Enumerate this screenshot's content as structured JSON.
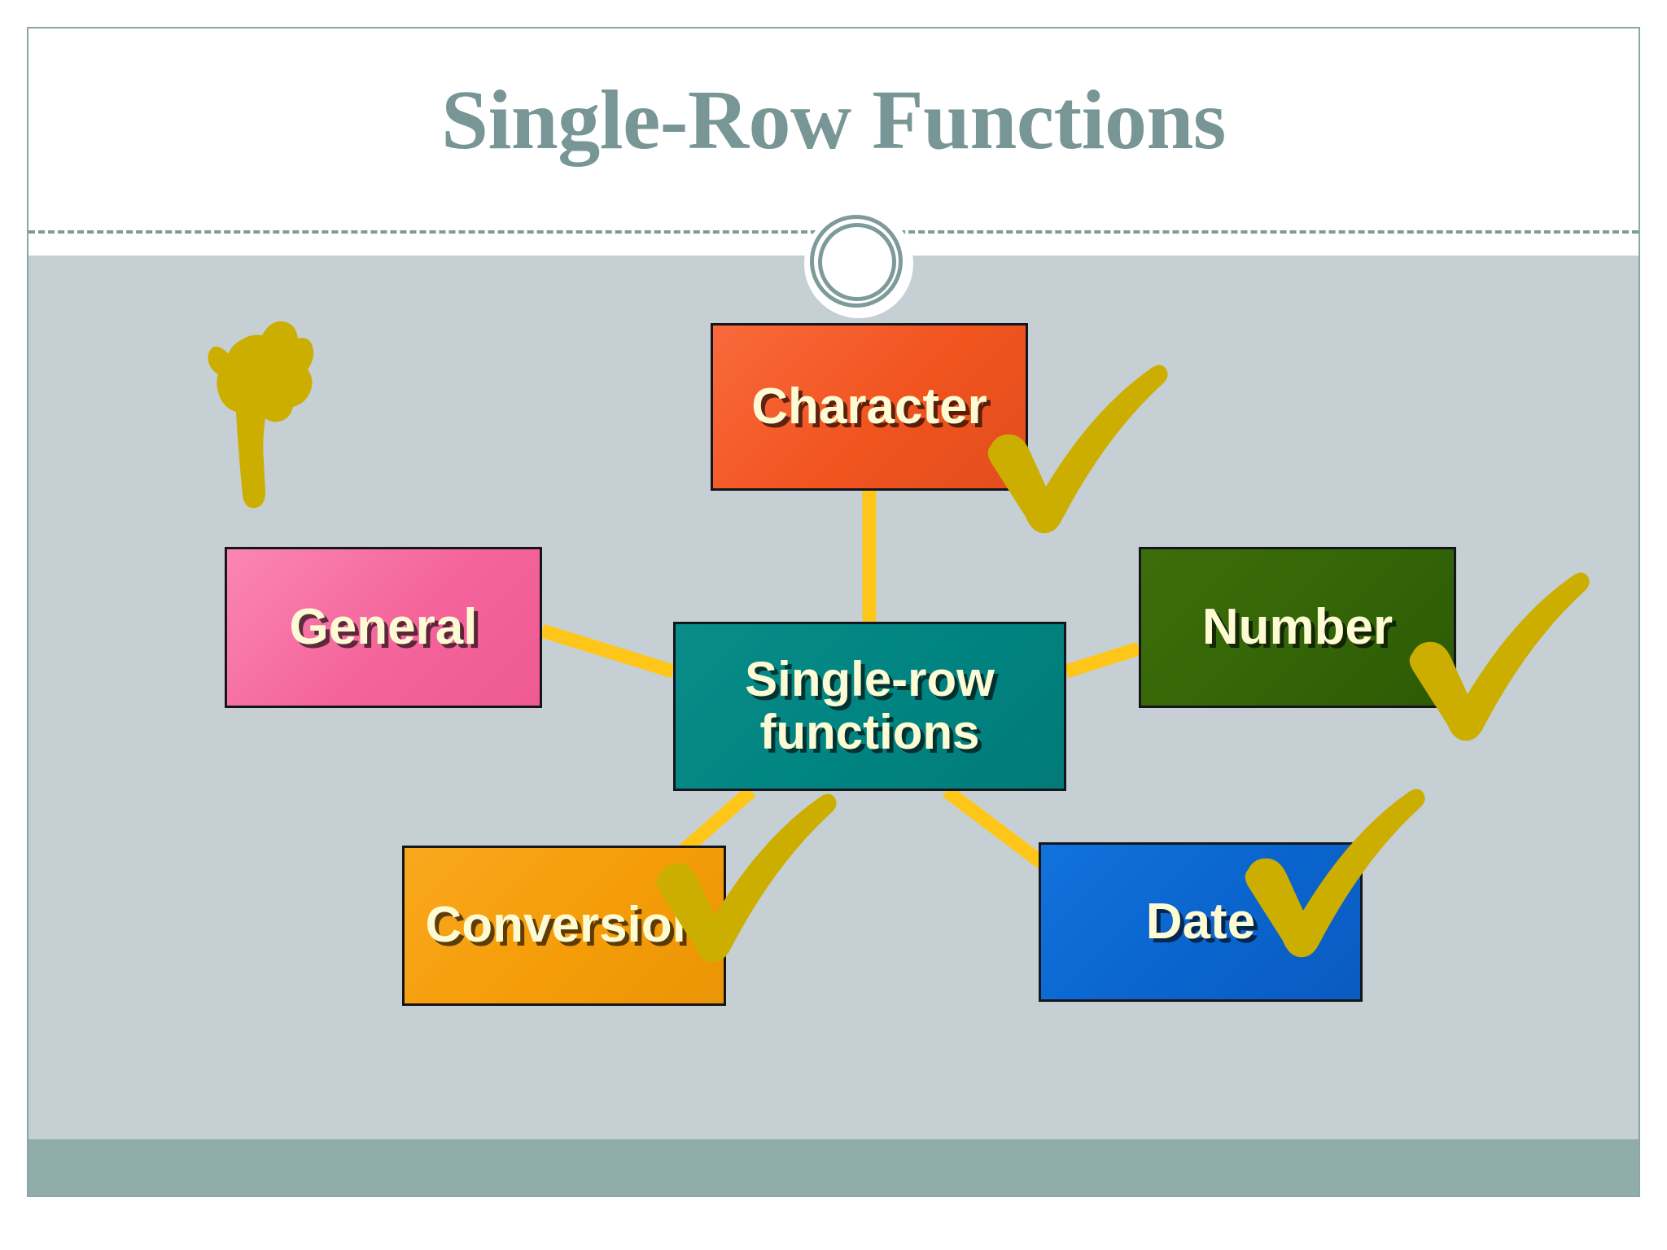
{
  "slide": {
    "title": "Single-Row Functions",
    "title_color": "#779695",
    "body_background": "#c6cfd4",
    "footer_color": "#90ada9",
    "frame_border_color": "#8aa7a4"
  },
  "ornament": {
    "name": "double-ring-circle",
    "color": "#7d9b99"
  },
  "diagram": {
    "type": "radial-hub-and-spoke",
    "connector_color": "#ffc61a",
    "center": {
      "label": "Single-row\nfunctions",
      "color": "#008481",
      "text_color": "#fdfbd4"
    },
    "nodes": [
      {
        "id": "character",
        "label": "Character",
        "color": "#f1541f",
        "text_color": "#fdfbd4",
        "checked": true
      },
      {
        "id": "general",
        "label": "General",
        "color": "#f4649b",
        "text_color": "#fdfbd4",
        "checked": false
      },
      {
        "id": "number",
        "label": "Number",
        "color": "#336507",
        "text_color": "#fdfbd4",
        "checked": true
      },
      {
        "id": "conversion",
        "label": "Conversion",
        "color": "#f59c08",
        "text_color": "#fdfbd4",
        "checked": true
      },
      {
        "id": "date",
        "label": "Date",
        "color": "#0a64cd",
        "text_color": "#fdfbd4",
        "checked": true
      }
    ]
  },
  "ink_annotations": {
    "color": "#ccae00",
    "marks": [
      {
        "name": "check-character",
        "kind": "checkmark"
      },
      {
        "name": "check-number",
        "kind": "checkmark"
      },
      {
        "name": "check-conversion",
        "kind": "checkmark"
      },
      {
        "name": "check-date",
        "kind": "checkmark"
      },
      {
        "name": "blob-general",
        "kind": "scribble-blob"
      }
    ]
  }
}
